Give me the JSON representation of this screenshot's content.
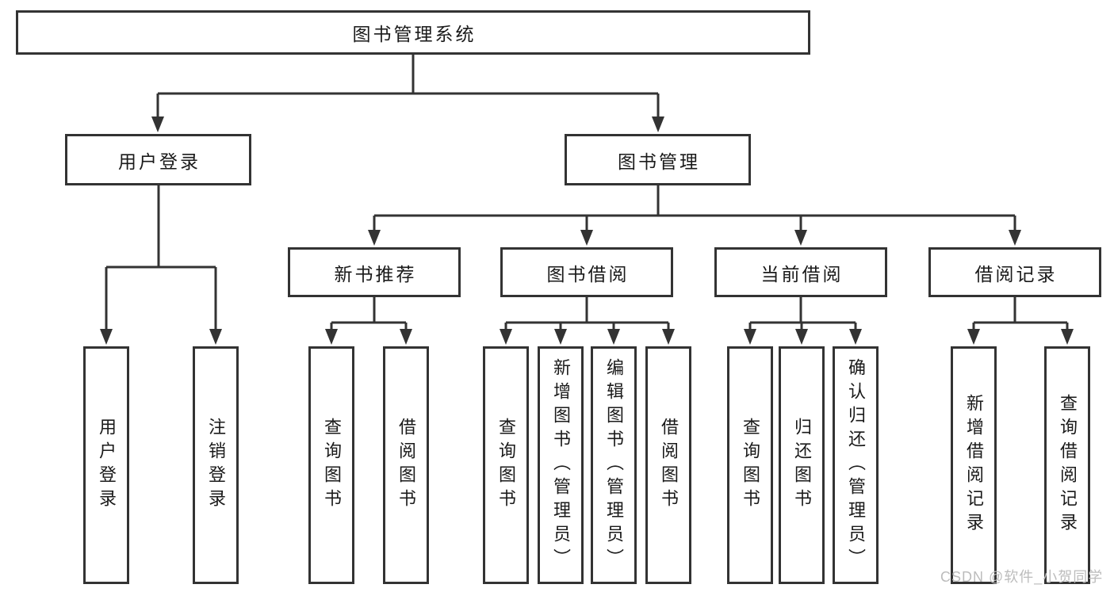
{
  "colors": {
    "line": "#333333",
    "text": "#1a1a1a",
    "background": "#ffffff",
    "watermark": "#bcbcbc"
  },
  "watermark": "CSDN @软件_小贺同学",
  "tree": {
    "label": "图书管理系统",
    "children": [
      {
        "label": "用户登录",
        "children": [
          {
            "label": "用户登录"
          },
          {
            "label": "注销登录"
          }
        ]
      },
      {
        "label": "图书管理",
        "children": [
          {
            "label": "新书推荐",
            "children": [
              {
                "label": "查询图书"
              },
              {
                "label": "借阅图书"
              }
            ]
          },
          {
            "label": "图书借阅",
            "children": [
              {
                "label": "查询图书"
              },
              {
                "label": "新增图书（管理员）"
              },
              {
                "label": "编辑图书（管理员）"
              },
              {
                "label": "借阅图书"
              }
            ]
          },
          {
            "label": "当前借阅",
            "children": [
              {
                "label": "查询图书"
              },
              {
                "label": "归还图书"
              },
              {
                "label": "确认归还（管理员）"
              }
            ]
          },
          {
            "label": "借阅记录",
            "children": [
              {
                "label": "新增借阅记录"
              },
              {
                "label": "查询借阅记录"
              }
            ]
          }
        ]
      }
    ]
  }
}
